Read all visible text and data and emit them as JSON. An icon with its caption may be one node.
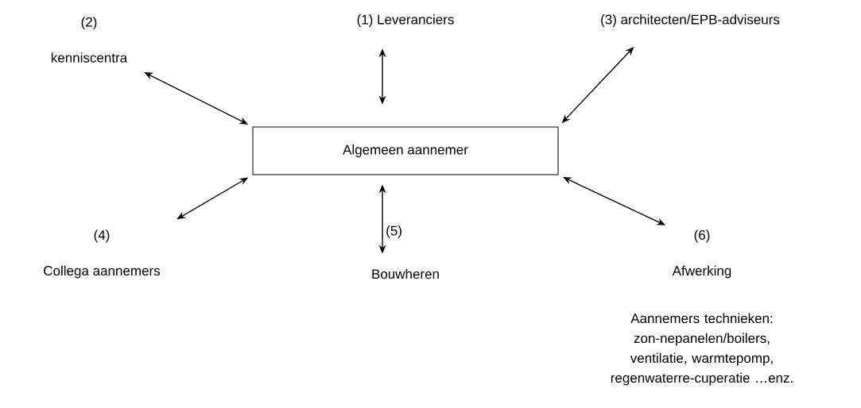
{
  "diagram": {
    "nodes": [
      {
        "text": [
          "Algemeen aannemer"
        ]
      },
      {
        "text": [
          "(1) Leveranciers"
        ]
      },
      {
        "text": [
          "(2)",
          "kenniscentra"
        ]
      },
      {
        "text": [
          "(3) architecten/EPB-adviseurs"
        ]
      },
      {
        "text": [
          "(4)",
          "Collega aannemers"
        ]
      },
      {
        "text": [
          "Bouwheren"
        ]
      },
      {
        "text": [
          "(6)",
          "Afwerking"
        ],
        "beside": [
          "Aannemers technieken: zon-nepanelen/boilers, ventilatie, warmtepomp, regenwaterre-cuperatie …enz."
        ]
      }
    ],
    "edges": [
      {
        "from": 0,
        "to": 1,
        "arrow": "both"
      },
      {
        "from": 0,
        "to": 2,
        "arrow": "both"
      },
      {
        "from": 0,
        "to": 3,
        "arrow": "both"
      },
      {
        "from": 0,
        "to": 4,
        "arrow": "both"
      },
      {
        "from": 0,
        "to": 5,
        "arrow": "both",
        "label": "(5)"
      },
      {
        "from": 0,
        "to": 6,
        "arrow": "both"
      }
    ]
  }
}
